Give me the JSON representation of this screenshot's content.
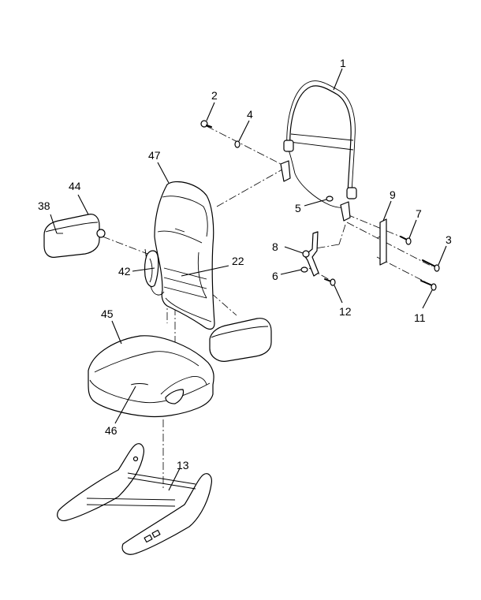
{
  "callouts": [
    {
      "id": "c1",
      "label": "1"
    },
    {
      "id": "c2",
      "label": "2"
    },
    {
      "id": "c3",
      "label": "3"
    },
    {
      "id": "c4",
      "label": "4"
    },
    {
      "id": "c5",
      "label": "5"
    },
    {
      "id": "c6",
      "label": "6"
    },
    {
      "id": "c7",
      "label": "7"
    },
    {
      "id": "c8",
      "label": "8"
    },
    {
      "id": "c9",
      "label": "9"
    },
    {
      "id": "c11",
      "label": "11"
    },
    {
      "id": "c12",
      "label": "12"
    },
    {
      "id": "c13",
      "label": "13"
    },
    {
      "id": "c22",
      "label": "22"
    },
    {
      "id": "c38",
      "label": "38"
    },
    {
      "id": "c42",
      "label": "42"
    },
    {
      "id": "c44",
      "label": "44"
    },
    {
      "id": "c45",
      "label": "45"
    },
    {
      "id": "c46",
      "label": "46"
    },
    {
      "id": "c47",
      "label": "47"
    }
  ]
}
